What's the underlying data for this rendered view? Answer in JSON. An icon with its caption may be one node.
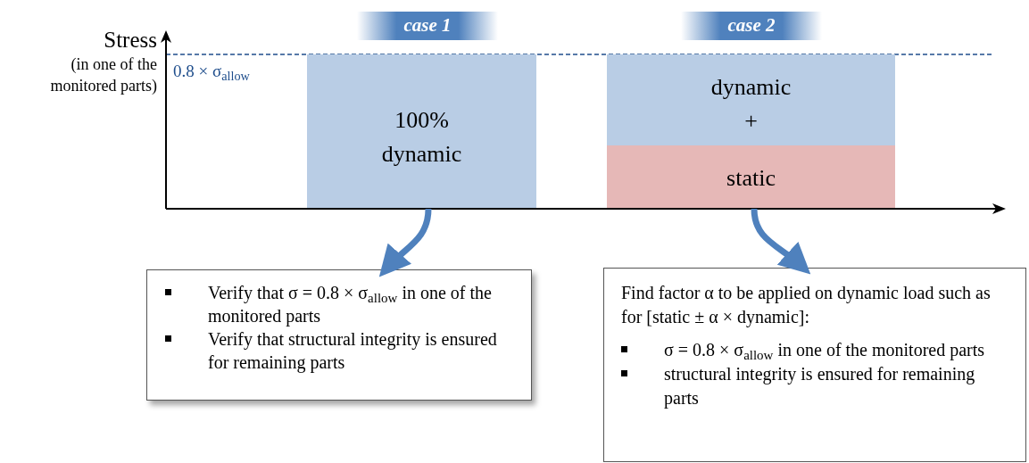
{
  "diagram": {
    "nodes": [
      {
        "text": [
          "case 1"
        ]
      },
      {
        "text": [
          "100% dynamic"
        ]
      },
      {
        "text": [
          "case 2"
        ]
      },
      {
        "text": [
          "dynamic +"
        ]
      },
      {
        "text": [
          "static"
        ]
      },
      {
        "text": [
          "Verify that σ = 0.8 × σ$_{allow}$ in one of the monitored parts",
          "Verify that structural integrity is ensured for remaining parts"
        ]
      },
      {
        "text": [
          "Find factor α to be applied on dynamic load such as for [static ± α × dynamic]:",
          "σ = 0.8 × σ$_{allow}$ in one of the monitored parts",
          "structural integrity is ensured for remaining parts"
        ]
      }
    ],
    "edges": [
      {
        "from": 1,
        "to": 5,
        "arrow": "to"
      },
      {
        "from": 4,
        "to": 6,
        "arrow": "to"
      }
    ],
    "labels": [
      "Stress",
      "(in one of the monitored parts)",
      "0.8 × σ$_{allow}$"
    ]
  }
}
